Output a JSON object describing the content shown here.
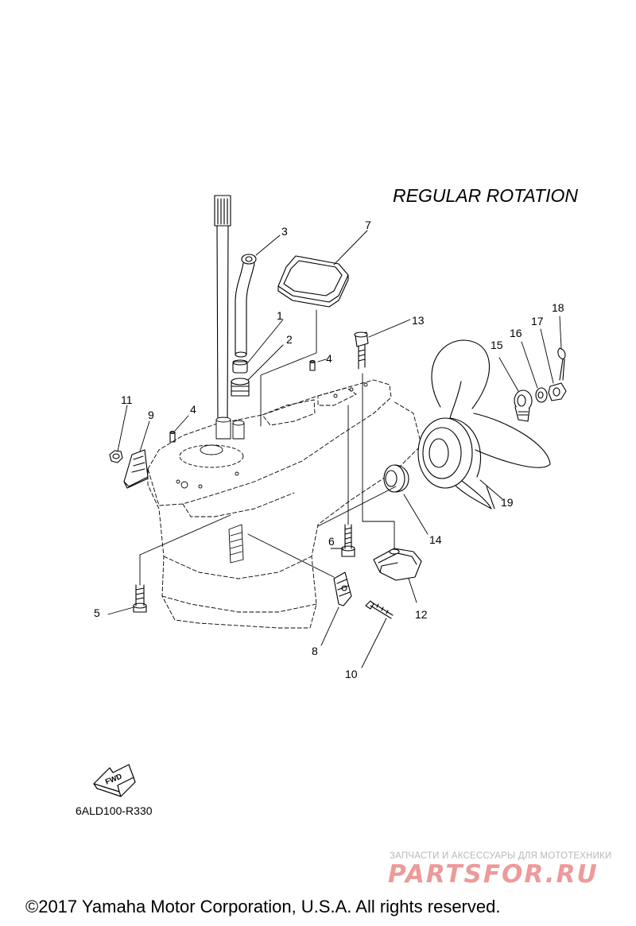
{
  "title": "REGULAR ROTATION",
  "diagram_code": "6ALD100-R330",
  "fwd_label": "FWD",
  "copyright": "©2017 Yamaha Motor Corporation, U.S.A. All rights reserved.",
  "watermark": {
    "tagline": "ЗАПЧАСТИ И АКСЕССУАРЫ ДЛЯ МОТОТЕХНИКИ",
    "brand": "PARTSFOR.RU"
  },
  "callouts": [
    "1",
    "2",
    "3",
    "4",
    "4",
    "5",
    "6",
    "7",
    "8",
    "9",
    "10",
    "11",
    "12",
    "13",
    "14",
    "15",
    "16",
    "17",
    "18",
    "19"
  ]
}
